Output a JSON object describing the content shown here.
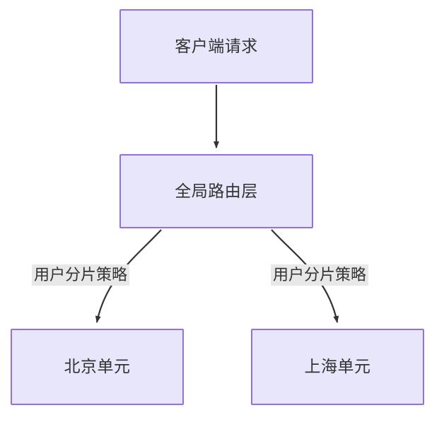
{
  "diagram": {
    "type": "flowchart",
    "direction": "top-down",
    "colors": {
      "node_fill": "#e8e6fb",
      "node_border": "#9370db",
      "node_text": "#333333",
      "edge_stroke": "#333333",
      "edge_label_background": "#e8e8e8",
      "canvas_background": "#ffffff"
    },
    "nodes": [
      {
        "id": "client-request",
        "label": "客户端请求"
      },
      {
        "id": "global-router",
        "label": "全局路由层"
      },
      {
        "id": "beijing-unit",
        "label": "北京单元"
      },
      {
        "id": "shanghai-unit",
        "label": "上海单元"
      }
    ],
    "edges": [
      {
        "id": "edge-client-to-router",
        "from": "client-request",
        "to": "global-router",
        "label": "",
        "style": "straight-arrow"
      },
      {
        "id": "edge-router-to-beijing",
        "from": "global-router",
        "to": "beijing-unit",
        "label": "用户分片策略",
        "style": "curved-arrow"
      },
      {
        "id": "edge-router-to-shanghai",
        "from": "global-router",
        "to": "shanghai-unit",
        "label": "用户分片策略",
        "style": "curved-arrow"
      }
    ]
  }
}
